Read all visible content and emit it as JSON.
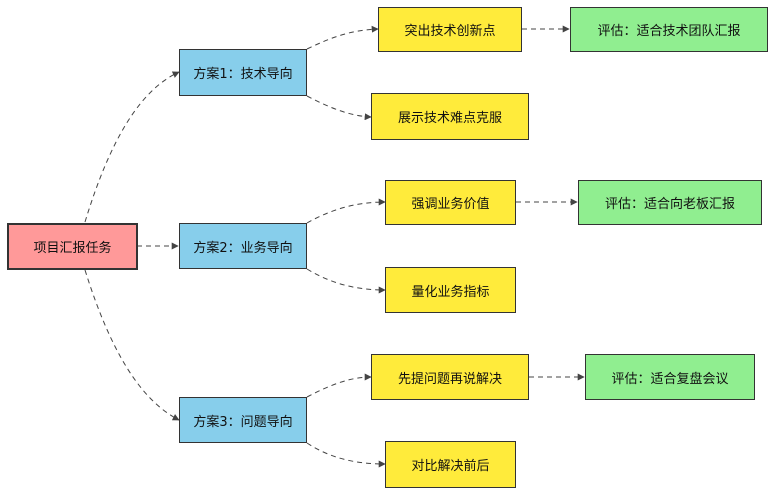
{
  "colors": {
    "root": "#ff9999",
    "plan": "#87ceeb",
    "detail": "#ffeb3b",
    "evaluation": "#90ee90",
    "edge": "#444444"
  },
  "root": {
    "label": "项目汇报任务"
  },
  "plans": [
    {
      "label": "方案1：技术导向",
      "details": [
        "突出技术创新点",
        "展示技术难点克服"
      ],
      "evaluation": "评估：适合技术团队汇报"
    },
    {
      "label": "方案2：业务导向",
      "details": [
        "强调业务价值",
        "量化业务指标"
      ],
      "evaluation": "评估：适合向老板汇报"
    },
    {
      "label": "方案3：问题导向",
      "details": [
        "先提问题再说解决",
        "对比解决前后"
      ],
      "evaluation": "评估：适合复盘会议"
    }
  ]
}
